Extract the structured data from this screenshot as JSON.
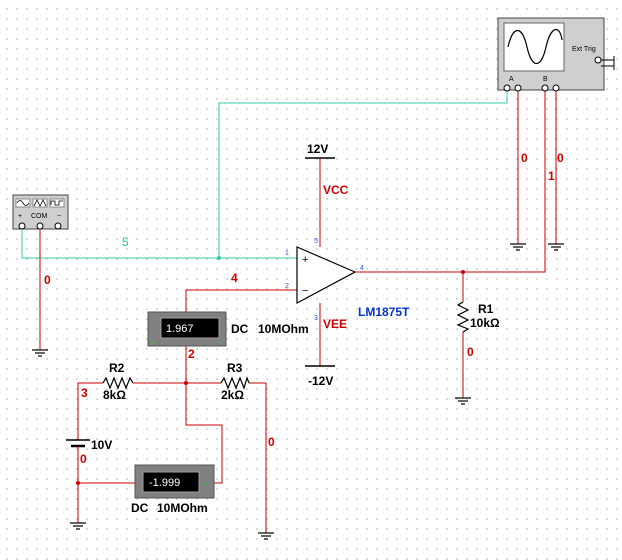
{
  "app": {
    "title": "Multisim schematic - inverting amplifier"
  },
  "supplies": {
    "vcc_value": "12V",
    "vcc_name": "VCC",
    "vee_value": "-12V",
    "vee_name": "VEE",
    "battery_value": "10V"
  },
  "opamp": {
    "name": "LM1875T",
    "pin_noninv": "1",
    "pin_inv": "2",
    "pin_out": "4",
    "pin_vcc": "5",
    "pin_vee": "3",
    "plus": "+",
    "minus": "−"
  },
  "resistors": {
    "r1_ref": "R1",
    "r1_val": "10kΩ",
    "r2_ref": "R2",
    "r2_val": "8kΩ",
    "r3_ref": "R3",
    "r3_val": "2kΩ"
  },
  "meters": {
    "m1_reading": "1.967",
    "m1_mode": "DC",
    "m1_res": "10MOhm",
    "m2_reading": "-1.999",
    "m2_mode": "DC",
    "m2_res": "10MOhm",
    "plus": "+",
    "minus": "-"
  },
  "nets": {
    "n_osc_a": "0",
    "n_osc_b": "0",
    "n_one": "1",
    "n_five": "5",
    "n_fgen_com": "0",
    "n_four": "4",
    "n_two": "2",
    "n_three": "3",
    "n_batt": "0",
    "n_r3": "0",
    "n_r1": "0"
  },
  "function_generator": {
    "com_label": "COM",
    "plus": "+",
    "minus": "−"
  },
  "oscilloscope": {
    "ch_a": "A",
    "ch_b": "B",
    "ext_trig": "Ext Trig"
  },
  "colors": {
    "wire_red": "#cc0000",
    "wire_cyan": "#33ccaa",
    "wire_black": "#000000",
    "meter_body": "#808080",
    "meter_screen": "#000000"
  }
}
